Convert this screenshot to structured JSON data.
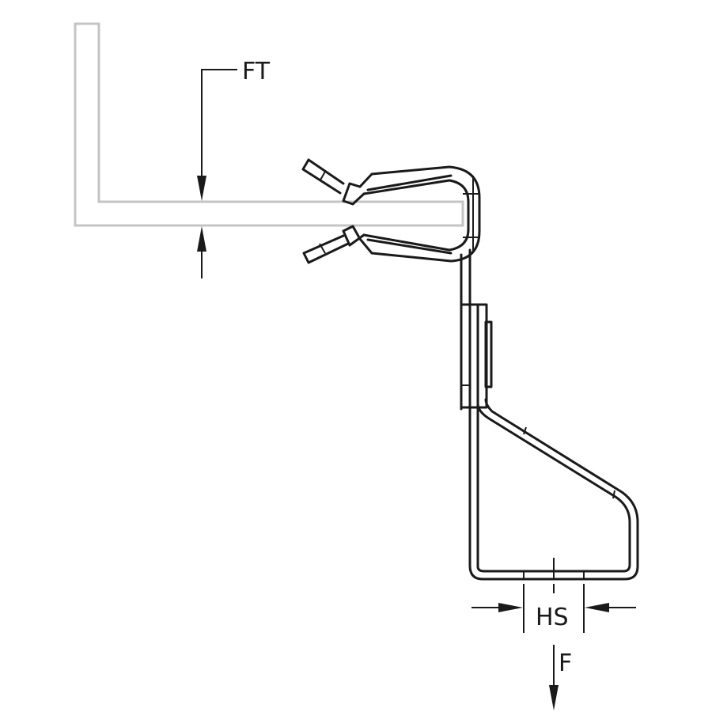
{
  "labels": {
    "flange_thickness": "FT",
    "hole_size": "HS",
    "force": "F"
  },
  "colors": {
    "line": "#1a1a1a",
    "flange": "#c4c4c4"
  }
}
